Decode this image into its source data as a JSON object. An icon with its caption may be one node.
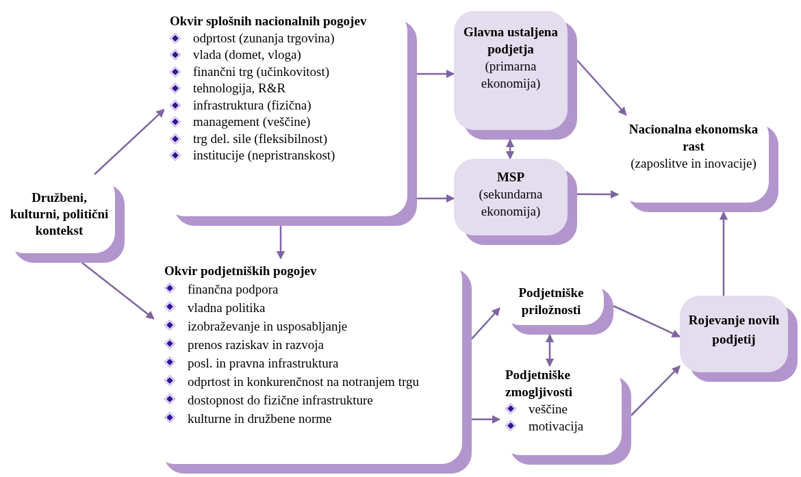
{
  "diagram": {
    "nodes": [
      {
        "text": [
          "Družbeni, kulturni, politični kontekst"
        ]
      },
      {
        "text": [
          "Okvir splošnih nacionalnih pogojev",
          "odprtost (zunanja trgovina)",
          "vlada (domet, vloga)",
          "finančni trg (učinkovitost)",
          "tehnologija, R&R",
          "infrastruktura (fizična)",
          "management (veščine)",
          "trg del. sile (fleksibilnost)",
          "institucije (nepristranskost)"
        ]
      },
      {
        "text": [
          "Glavna ustaljena podjetja",
          "(primarna ekonomija)"
        ]
      },
      {
        "text": [
          "MSP",
          "(sekundarna ekonomija)"
        ]
      },
      {
        "text": [
          "Nacionalna ekonomska rast",
          "(zaposlitve in inovacije)"
        ]
      },
      {
        "text": [
          "Okvir podjetniških pogojev",
          "finančna podpora",
          "vladna politika",
          "izobraževanje in usposabljanje",
          "prenos raziskav in razvoja",
          "posl. in pravna infrastruktura",
          "odprtost in konkurenčnost na notranjem trgu",
          "dostopnost do fizične infrastrukture",
          "kulturne in družbene norme"
        ]
      },
      {
        "text": [
          "Podjetniške priložnosti"
        ]
      },
      {
        "text": [
          "Podjetniške zmogljivosti",
          "veščine",
          "motivacija"
        ]
      },
      {
        "text": [
          "Rojevanje novih podjetij"
        ]
      }
    ],
    "edges": [
      {
        "from": 0,
        "to": 1,
        "arrow": "to"
      },
      {
        "from": 0,
        "to": 5,
        "arrow": "to"
      },
      {
        "from": 1,
        "to": 5,
        "arrow": "to"
      },
      {
        "from": 1,
        "to": 2,
        "arrow": "to"
      },
      {
        "from": 1,
        "to": 3,
        "arrow": "to"
      },
      {
        "from": 2,
        "to": 3,
        "arrow": "both"
      },
      {
        "from": 2,
        "to": 4,
        "arrow": "to"
      },
      {
        "from": 3,
        "to": 4,
        "arrow": "to"
      },
      {
        "from": 5,
        "to": 6,
        "arrow": "to"
      },
      {
        "from": 5,
        "to": 7,
        "arrow": "to"
      },
      {
        "from": 6,
        "to": 7,
        "arrow": "both"
      },
      {
        "from": 6,
        "to": 8,
        "arrow": "to"
      },
      {
        "from": 7,
        "to": 8,
        "arrow": "to"
      },
      {
        "from": 8,
        "to": 4,
        "arrow": "to"
      }
    ]
  }
}
